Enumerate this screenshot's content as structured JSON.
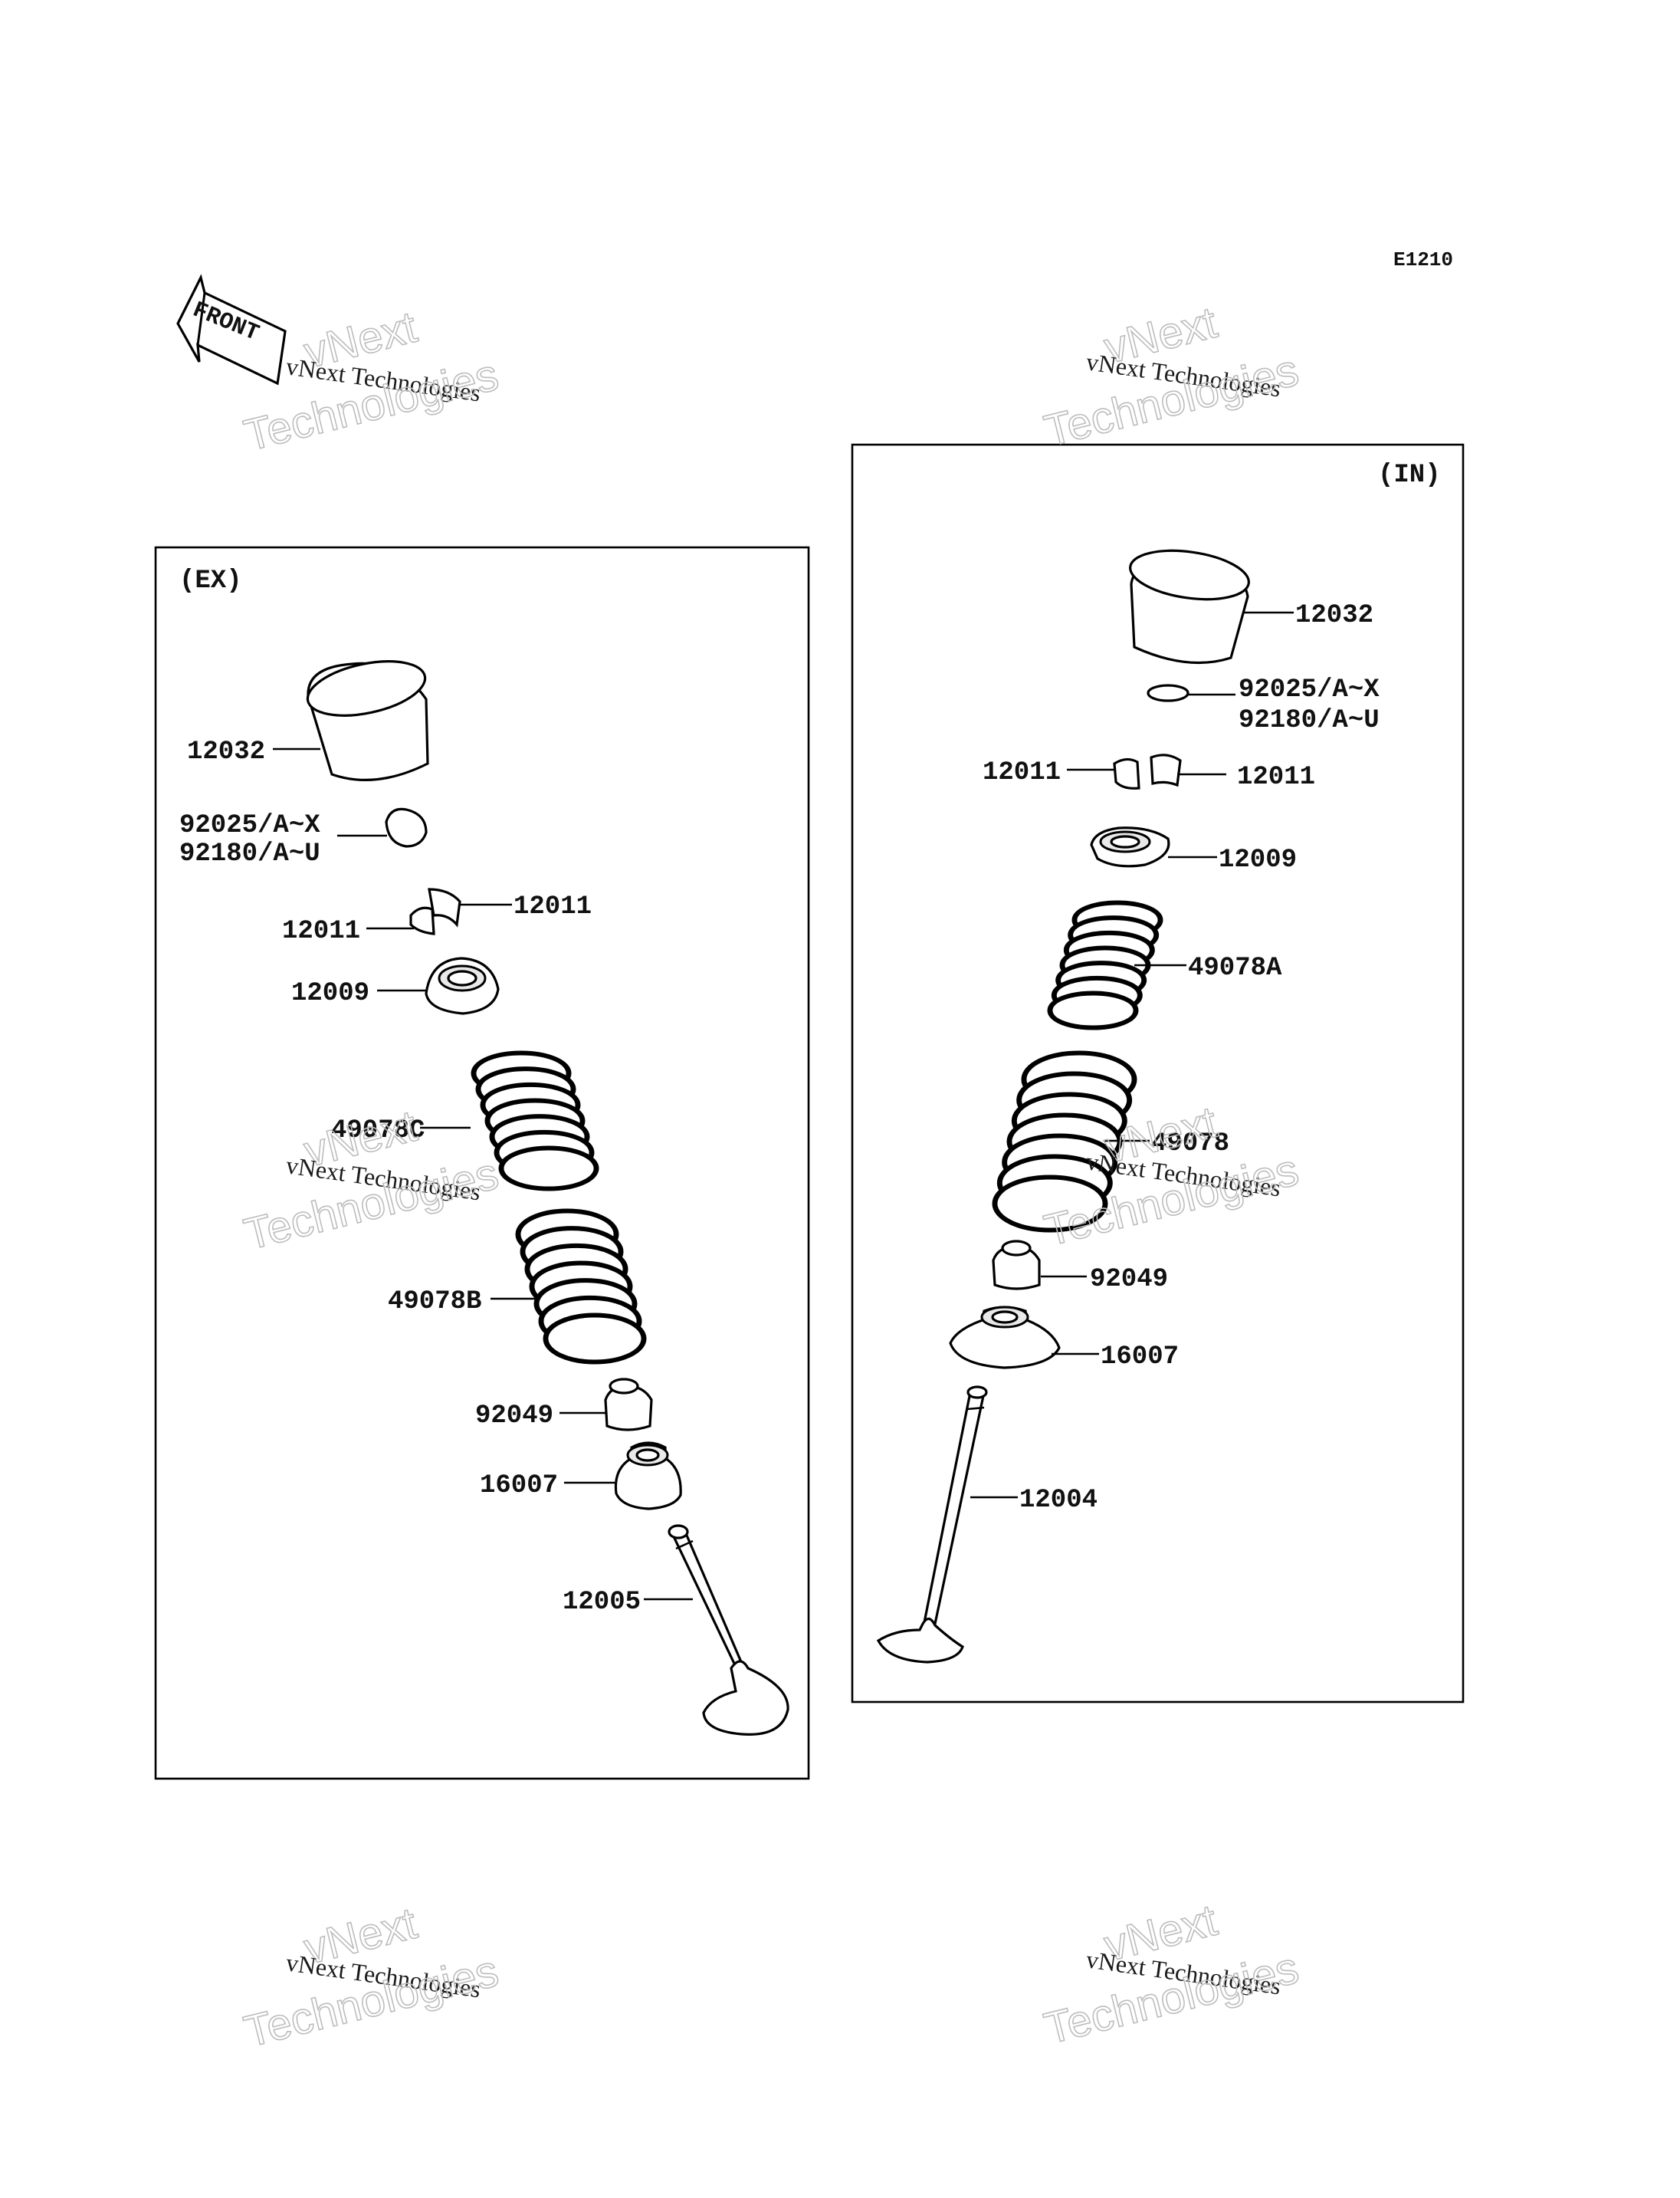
{
  "diagram_code": "E1210",
  "front_label": "FRONT",
  "watermark": {
    "line1": "vNext Technologies",
    "line2": "vNext",
    "line3": "Technologies"
  },
  "panels": {
    "exhaust": {
      "heading": "(EX)",
      "labels": {
        "tappet": "12032",
        "shim_a": "92025/A~X",
        "shim_b": "92180/A~U",
        "cotter_right": "12011",
        "cotter_left": "12011",
        "retainer": "12009",
        "spring_inner": "49078C",
        "spring_outer": "49078B",
        "stem_seal": "92049",
        "spring_seat": "16007",
        "valve": "12005"
      }
    },
    "intake": {
      "heading": "(IN)",
      "labels": {
        "tappet": "12032",
        "shim_a": "92025/A~X",
        "shim_b": "92180/A~U",
        "cotter_left": "12011",
        "cotter_right": "12011",
        "retainer": "12009",
        "spring_inner": "49078A",
        "spring_outer": "49078",
        "stem_seal": "92049",
        "spring_seat": "16007",
        "valve": "12004"
      }
    }
  }
}
